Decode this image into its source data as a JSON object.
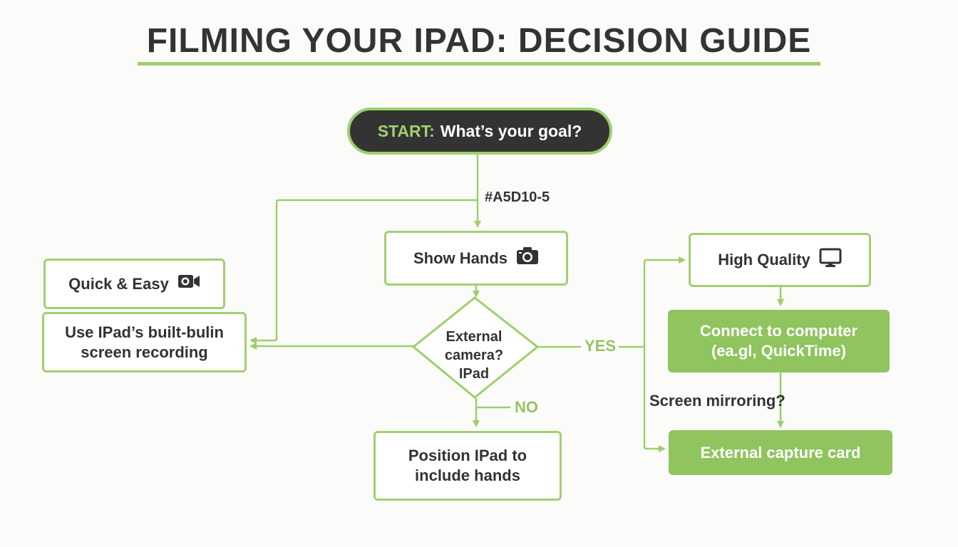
{
  "title": "FILMING YOUR IPAD: DECISION GUIDE",
  "start": {
    "prefix": "START:",
    "text": "What’s your goal?"
  },
  "edge_label_top": "#A5D10-5",
  "nodes": {
    "show_hands": {
      "label": "Show Hands",
      "icon": "camera-icon"
    },
    "quick_easy": {
      "label": "Quick & Easy",
      "icon": "video-camera-icon"
    },
    "builtin_recording": {
      "line1": "Use IPad’s built-bulin",
      "line2": "screen recording"
    },
    "external_camera": {
      "line1": "External",
      "line2": "camera?",
      "line3": "IPad"
    },
    "high_quality": {
      "label": "High Quality",
      "icon": "monitor-icon"
    },
    "connect_computer": {
      "line1": "Connect to computer",
      "line2": "(ea.gl, QuickTime)"
    },
    "position_ipad": {
      "line1": "Position IPad to",
      "line2": "include hands"
    },
    "capture_card": {
      "label": "External capture card"
    }
  },
  "edge_labels": {
    "yes": "YES",
    "no": "NO",
    "mirroring": "Screen mirroring?"
  },
  "colors": {
    "accent": "#9ccf6a",
    "fill": "#8fc45e",
    "dark": "#333333"
  }
}
